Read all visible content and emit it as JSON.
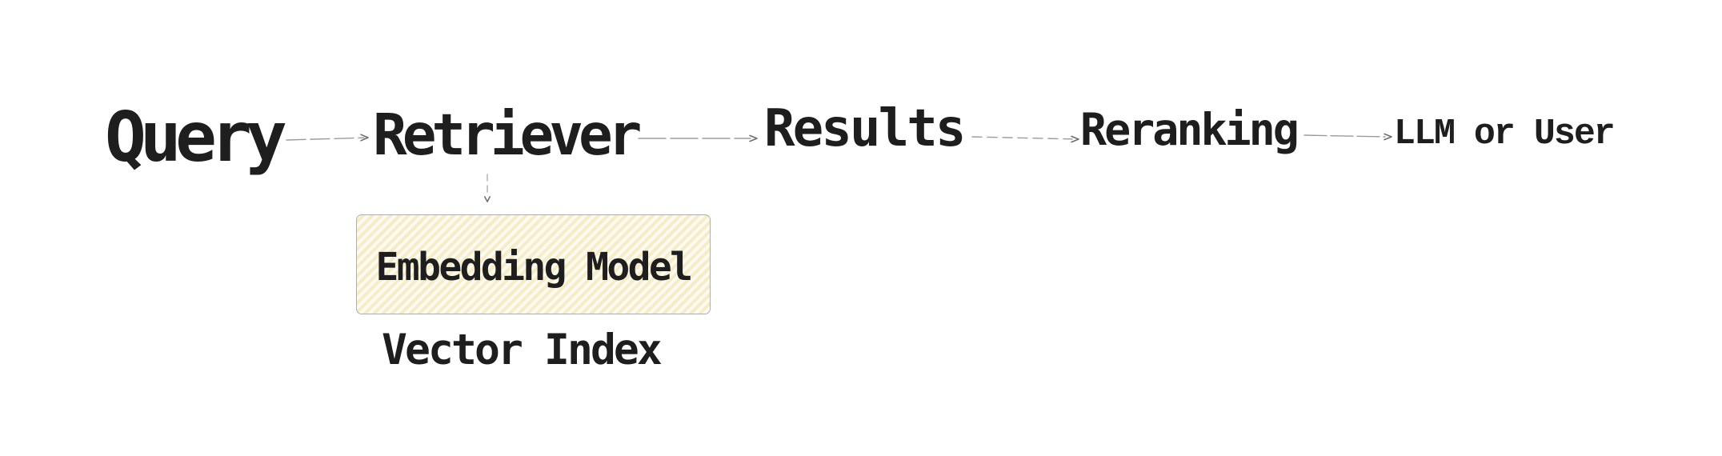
{
  "colors": {
    "text": "#1e1e1e",
    "connector": "#9b9b9b",
    "arrowhead": "#6f6f6f",
    "vline": "#b8b8b8",
    "box-border": "#aeaeae",
    "box-fill": "#fdfaf0",
    "box-stripe": "#f5ecc9",
    "background": "#ffffff"
  },
  "diagram": {
    "nodes": {
      "query": {
        "label": "Query"
      },
      "retriever": {
        "label": "Retriever"
      },
      "results": {
        "label": "Results"
      },
      "reranking": {
        "label": "Reranking"
      },
      "llm_or_user": {
        "label": "LLM or User"
      },
      "embedding_model": {
        "label": "Embedding Model"
      },
      "vector_index": {
        "label": "Vector Index"
      }
    },
    "edges": [
      {
        "from": "Query",
        "to": "Retriever",
        "style": "thin-arrow"
      },
      {
        "from": "Retriever",
        "to": "Results",
        "style": "thin-arrow"
      },
      {
        "from": "Results",
        "to": "Reranking",
        "style": "dashed-arrow"
      },
      {
        "from": "Reranking",
        "to": "LLM or User",
        "style": "thin-arrow"
      },
      {
        "from": "Retriever",
        "to": "Embedding Model",
        "style": "dashed-arrow-down"
      }
    ]
  }
}
